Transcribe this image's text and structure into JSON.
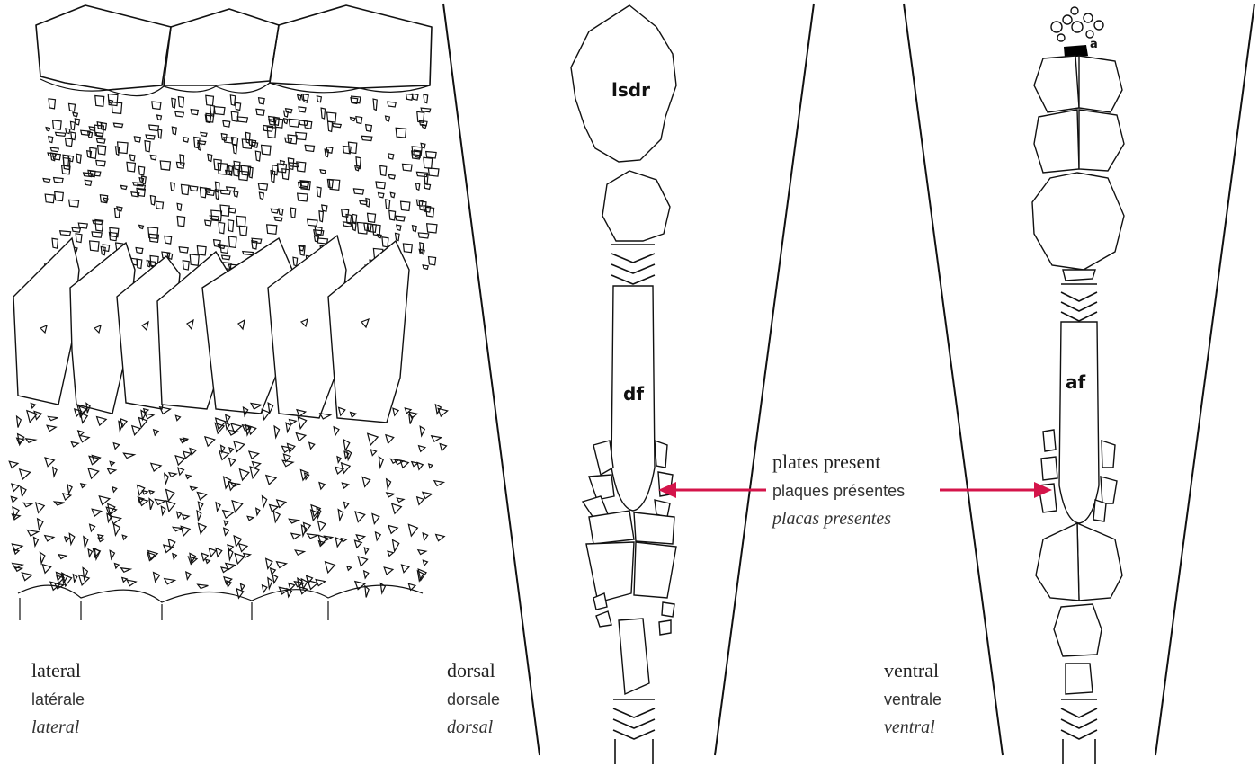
{
  "panels": {
    "lateral": {
      "en": "lateral",
      "fr": "latérale",
      "es": "lateral"
    },
    "dorsal": {
      "en": "dorsal",
      "fr": "dorsale",
      "es": "dorsal",
      "labels": {
        "top": "lsdr",
        "fin": "df"
      }
    },
    "ventral": {
      "en": "ventral",
      "fr": "ventrale",
      "es": "ventral",
      "labels": {
        "top": "a",
        "fin": "af"
      }
    }
  },
  "callout": {
    "en": "plates present",
    "fr": "plaques présentes",
    "es": "placas presentes",
    "arrow_color": "#d4144a"
  }
}
